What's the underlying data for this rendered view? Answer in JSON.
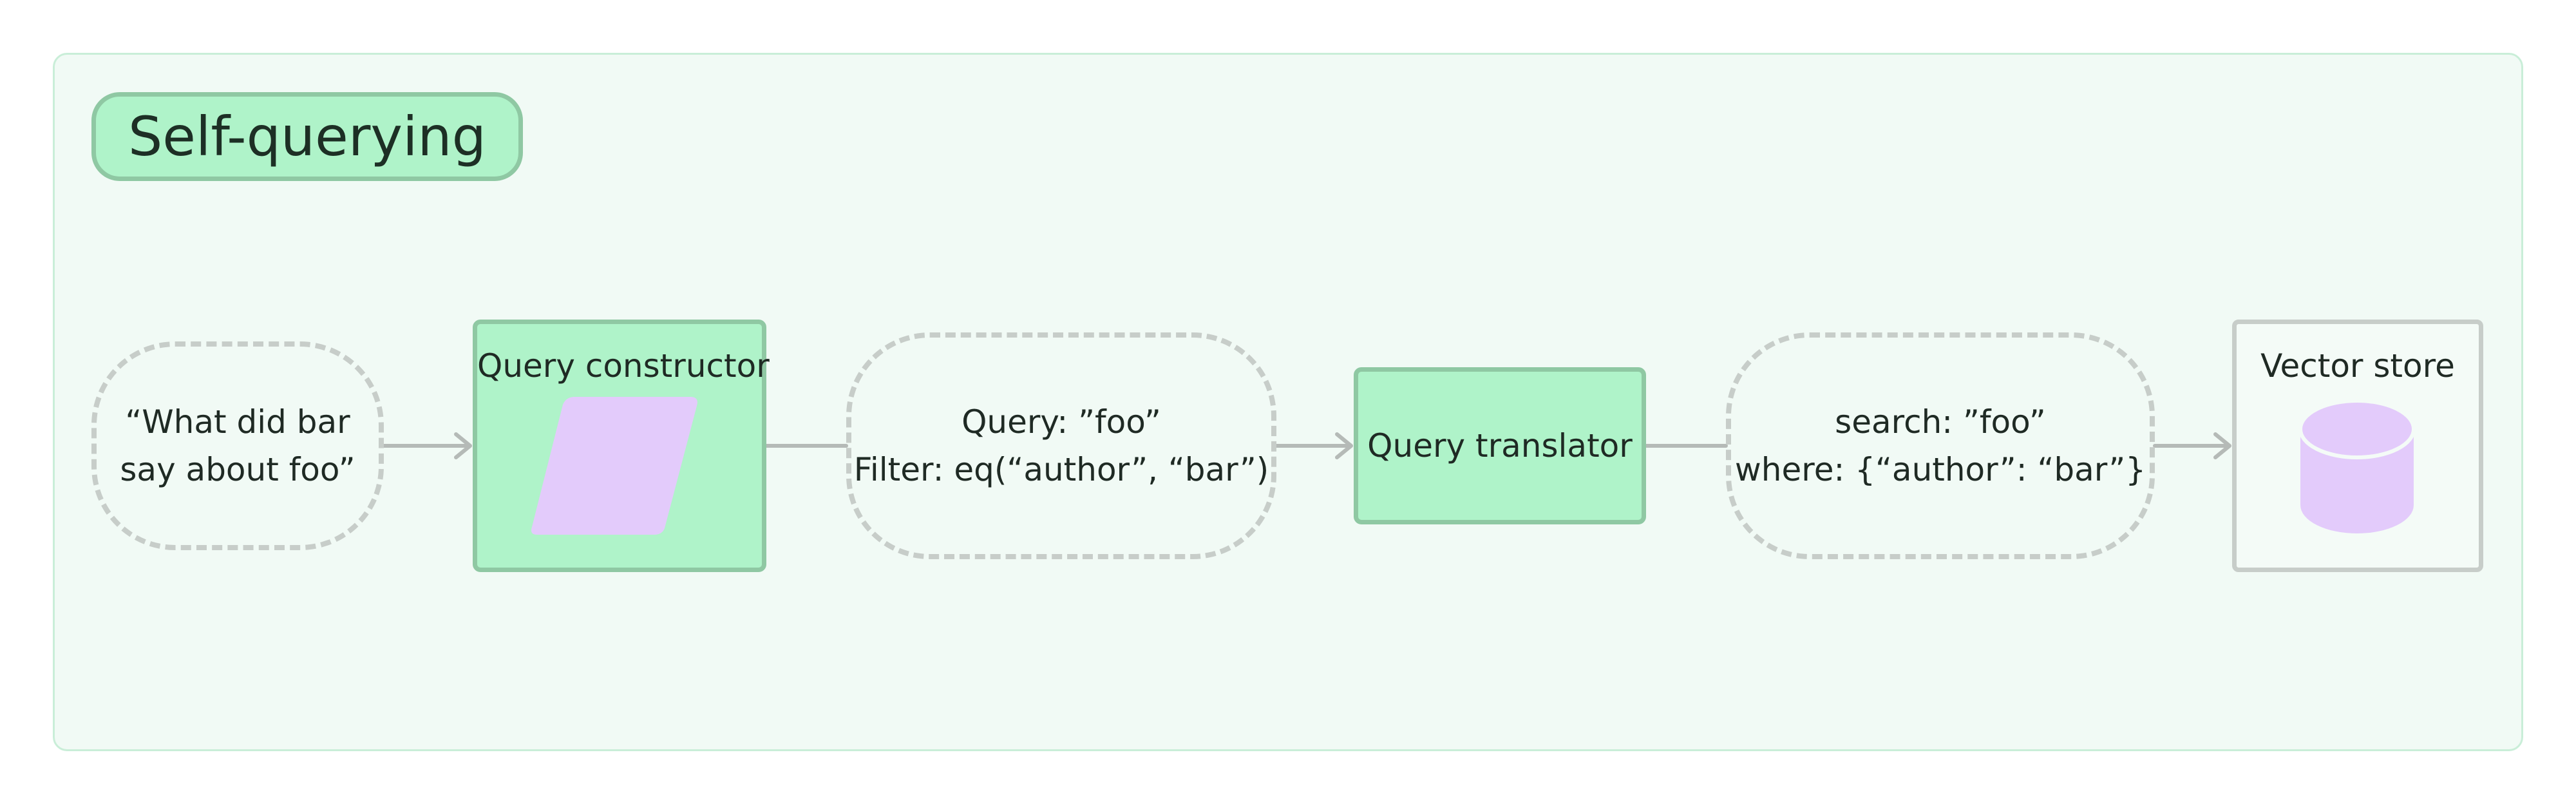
{
  "title": "Self-querying",
  "nodes": {
    "input": {
      "line1": "“What did bar",
      "line2": "say about foo”"
    },
    "query_constructor": {
      "label": "Query constructor"
    },
    "structured_query": {
      "line1": "Query: ”foo”",
      "line2": "Filter: eq(“author”, “bar”)"
    },
    "query_translator": {
      "label": "Query translator"
    },
    "translated_query": {
      "line1": "search: ”foo”",
      "line2": "where: {“author”: “bar”}"
    },
    "vector_store": {
      "label": "Vector store"
    }
  },
  "colors": {
    "panel_bg": "#f1faf5",
    "green_fill": "#aff3c9",
    "green_border": "#8fc8a3",
    "gray_line": "#c7cdc9",
    "purple_fill": "#e3cbfb"
  },
  "icons": {
    "query_constructor": "parallelogram-icon",
    "vector_store": "database-cylinder-icon"
  }
}
